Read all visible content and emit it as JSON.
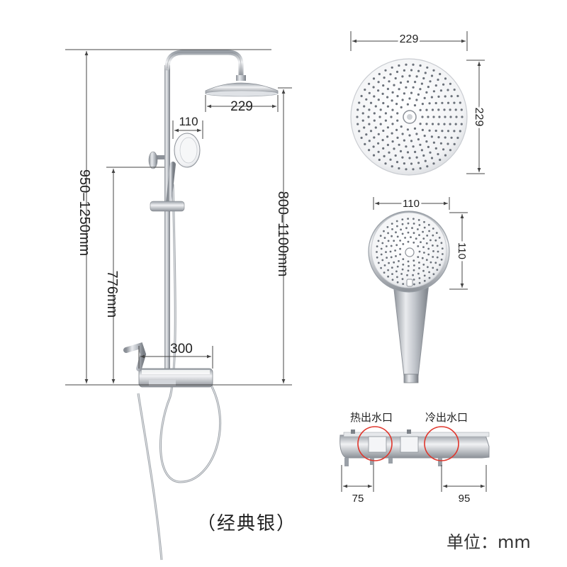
{
  "dimensions": {
    "total_height": "950–1250mm",
    "slide_height": "776mm",
    "head_height": "800–1100mm",
    "overhead_diameter": "229",
    "handheld_diameter": "110",
    "mixer_width": "300",
    "top_view_width": "229",
    "top_view_height": "229",
    "handheld_view_width": "110",
    "handheld_view_height": "110",
    "hot_offset": "75",
    "cold_offset": "95"
  },
  "labels": {
    "hot_outlet": "热出水口",
    "cold_outlet": "冷出水口",
    "model": "（经典银）",
    "unit": "单位：mm"
  },
  "colors": {
    "line": "#444444",
    "chrome": "#b8bcc2",
    "chrome_dark": "#7d8288",
    "face": "#f4f5f7",
    "nozzle": "#6b717a",
    "highlight_circle": "#e0362c"
  }
}
